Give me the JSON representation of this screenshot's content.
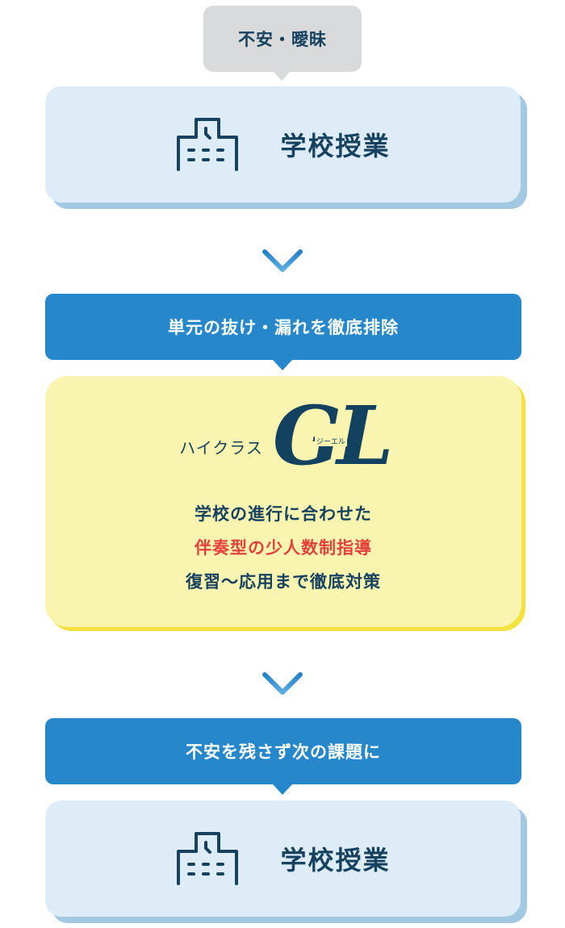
{
  "colors": {
    "navy": "#17425f",
    "blue_bar": "#2688ca",
    "card_blue_bg": "#ddecf7",
    "card_blue_shadow": "#a2c8e2",
    "card_yellow_bg": "#f9f5b0",
    "card_yellow_shadow": "#f3e13f",
    "highlight_red": "#e4413a",
    "bubble_gray": "#d9dadc",
    "arrow_blue": "#2a88c9"
  },
  "start_bubble": {
    "label": "不安・曖昧"
  },
  "step1": {
    "icon": "school-building-icon",
    "label": "学校授業"
  },
  "arrow1": {
    "icon": "arrow-down-icon"
  },
  "bar1": {
    "label": "単元の抜け・漏れを徹底排除"
  },
  "feature": {
    "brand_prefix": "ハイクラス",
    "brand_logo": "GL",
    "brand_ruby": "ジーエル",
    "lines": [
      {
        "text": "学校の進行に合わせた",
        "color": "#17425f"
      },
      {
        "text": "伴奏型の少人数制指導",
        "color": "#e4413a"
      },
      {
        "text": "復習〜応用まで徹底対策",
        "color": "#17425f"
      }
    ]
  },
  "arrow2": {
    "icon": "arrow-down-icon"
  },
  "bar2": {
    "label": "不安を残さず次の課題に"
  },
  "step2": {
    "icon": "school-building-icon",
    "label": "学校授業"
  }
}
